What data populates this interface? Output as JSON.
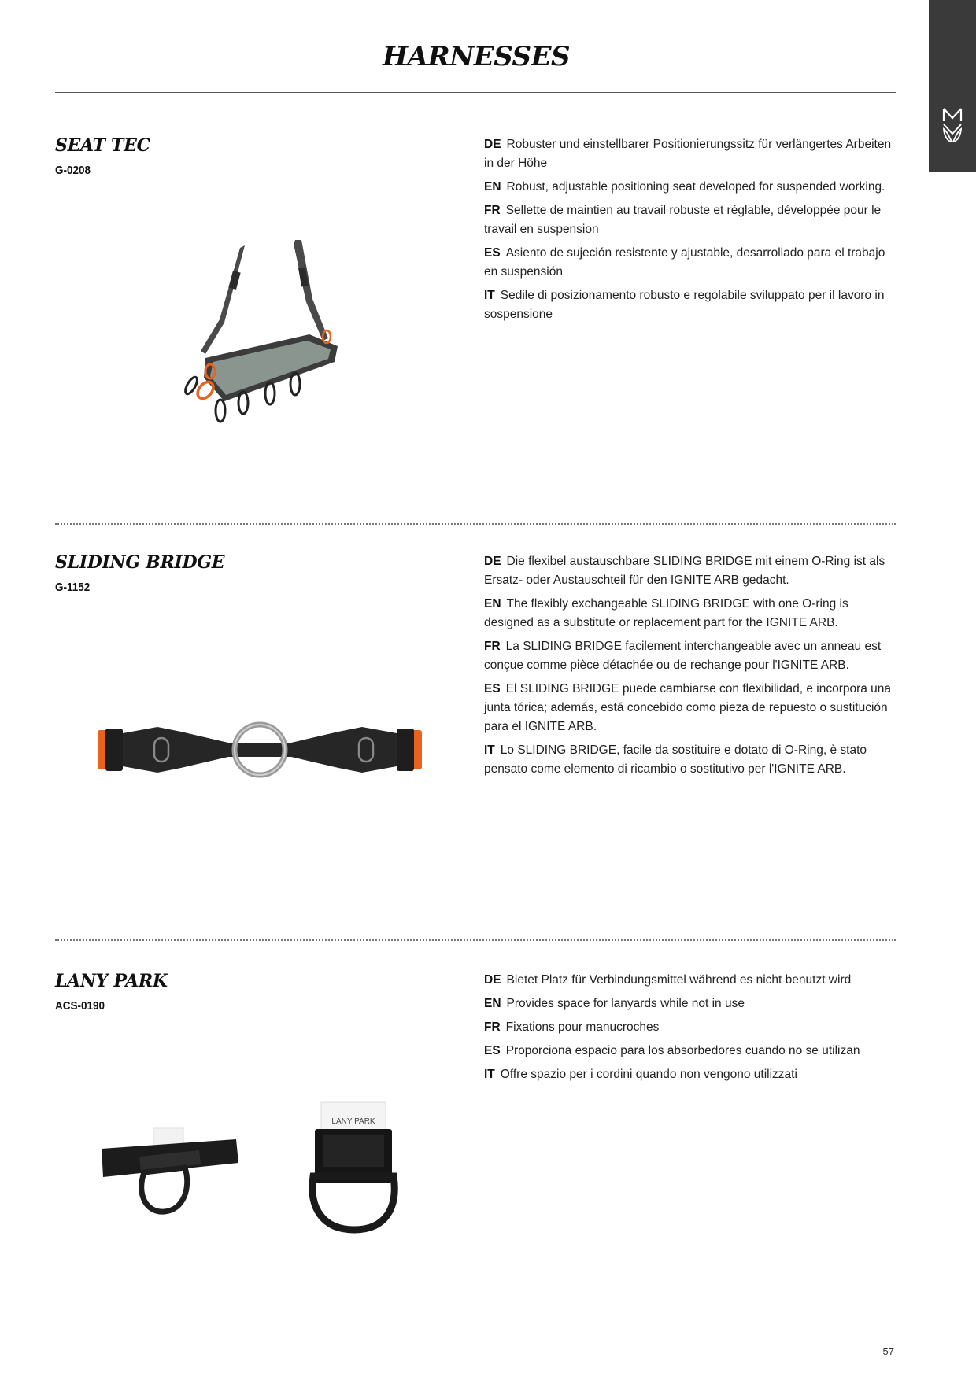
{
  "page": {
    "title": "HARNESSES",
    "number": "57"
  },
  "sections": [
    {
      "name": "SEAT TEC",
      "code": "G-0208",
      "descriptions": [
        {
          "lang": "DE",
          "text": "Robuster und einstellbarer Positionierungssitz für verlängertes Arbeiten in der Höhe"
        },
        {
          "lang": "EN",
          "text": "Robust, adjustable positioning seat developed for suspended working."
        },
        {
          "lang": "FR",
          "text": "Sellette de maintien au travail robuste et réglable, développée pour le travail en suspension"
        },
        {
          "lang": "ES",
          "text": "Asiento de sujeción resistente y ajustable, desarrollado para el trabajo en suspensión"
        },
        {
          "lang": "IT",
          "text": "Sedile di posizionamento robusto e regolabile sviluppato per il lavoro in sospensione"
        }
      ]
    },
    {
      "name": "SLIDING BRIDGE",
      "code": "G-1152",
      "descriptions": [
        {
          "lang": "DE",
          "text": "Die flexibel austauschbare SLIDING BRIDGE mit einem O-Ring ist als Ersatz- oder Austauschteil für den IGNITE ARB gedacht."
        },
        {
          "lang": "EN",
          "text": "The flexibly exchangeable SLIDING BRIDGE with one O-ring is designed as a substitute or replacement part for the IGNITE ARB."
        },
        {
          "lang": "FR",
          "text": "La SLIDING BRIDGE facilement interchangeable avec un anneau est conçue comme pièce détachée ou de rechange pour l'IGNITE ARB."
        },
        {
          "lang": "ES",
          "text": "El SLIDING BRIDGE puede cambiarse con flexibilidad, e incorpora una junta tórica; además, está concebido como pieza de repuesto o sustitución para el IGNITE ARB."
        },
        {
          "lang": "IT",
          "text": "Lo SLIDING BRIDGE, facile da sostituire e dotato di O-Ring, è stato pensato come elemento di ricambio o sostitutivo per l'IGNITE ARB."
        }
      ]
    },
    {
      "name": "LANY PARK",
      "code": "ACS-0190",
      "descriptions": [
        {
          "lang": "DE",
          "text": "Bietet Platz für Verbindungsmittel während es nicht benutzt wird"
        },
        {
          "lang": "EN",
          "text": "Provides space for lanyards while not in use"
        },
        {
          "lang": "FR",
          "text": "Fixations pour manucroches"
        },
        {
          "lang": "ES",
          "text": "Proporciona espacio para los absorbedores cuando no se utilizan"
        },
        {
          "lang": "IT",
          "text": "Offre spazio per i cordini quando non vengono utilizzati"
        }
      ],
      "label_text": "LANY PARK"
    }
  ],
  "colors": {
    "side_tab": "#3a3a3a",
    "accent_orange": "#e8641e"
  },
  "icons": [
    "brand-logo-icon"
  ]
}
